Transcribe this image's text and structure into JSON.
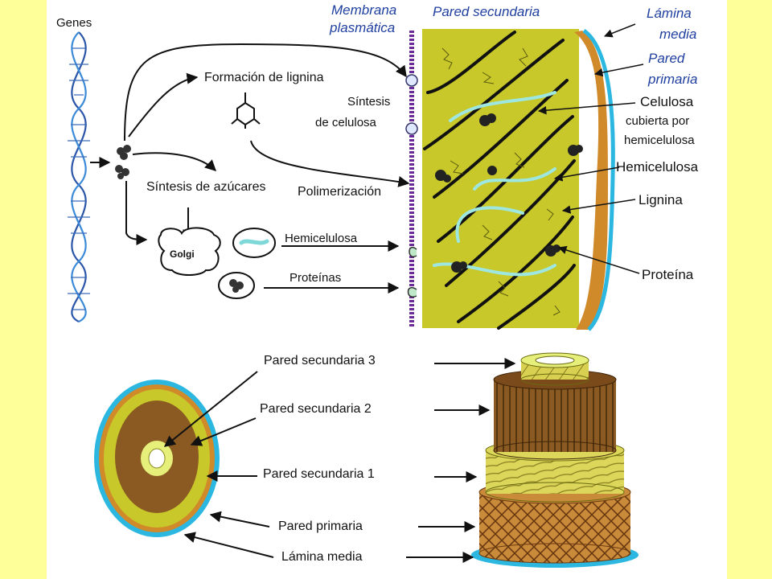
{
  "top": {
    "genes": "Genes",
    "formacion_lignina": "Formación de lignina",
    "sintesis_celulosa_1": "Síntesis",
    "sintesis_celulosa_2": "de celulosa",
    "sintesis_azucares": "Síntesis de azúcares",
    "polimerizacion": "Polimerización",
    "golgi": "Golgi",
    "hemicelulosa_arrow": "Hemicelulosa",
    "proteinas_arrow": "Proteínas",
    "membrana_1": "Membrana",
    "membrana_2": "plasmática",
    "pared_secundaria": "Pared secundaria",
    "lamina_media_1": "Lámina",
    "lamina_media_2": "media",
    "pared_primaria_1": "Pared",
    "pared_primaria_2": "primaria",
    "celulosa_1": "Celulosa",
    "celulosa_2": "cubierta por",
    "celulosa_3": "hemicelulosa",
    "hemicelulosa": "Hemicelulosa",
    "lignina": "Lignina",
    "proteina": "Proteína"
  },
  "bottom": {
    "pared_secundaria_3": "Pared secundaria 3",
    "pared_secundaria_2": "Pared secundaria 2",
    "pared_secundaria_1": "Pared secundaria 1",
    "pared_primaria": "Pared primaria",
    "lamina_media": "Lámina media"
  },
  "colors": {
    "page_border": "#ffff99",
    "wall_fill": "#c8c82a",
    "primary_wall": "#d08a2a",
    "middle_lamella": "#2bb7e0",
    "membrane": "#6a2a9a",
    "label_blue": "#1f3f9f",
    "secondary_2": "#8a5a22",
    "secondary_3": "#e6ef7a"
  }
}
